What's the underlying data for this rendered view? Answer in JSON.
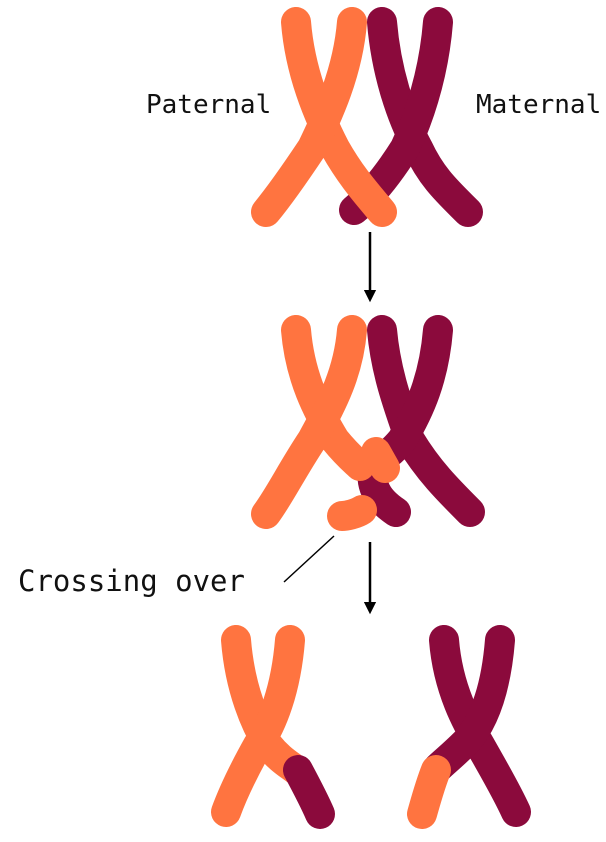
{
  "labels": {
    "paternal": "Paternal",
    "maternal": "Maternal",
    "crossing_over": "Crossing over"
  },
  "colors": {
    "paternal": "#ff7440",
    "maternal": "#8b0a3c",
    "arrow": "#000000",
    "background": "#ffffff"
  },
  "stages": [
    "homologous-pair",
    "crossing-over",
    "recombined-chromosomes"
  ]
}
